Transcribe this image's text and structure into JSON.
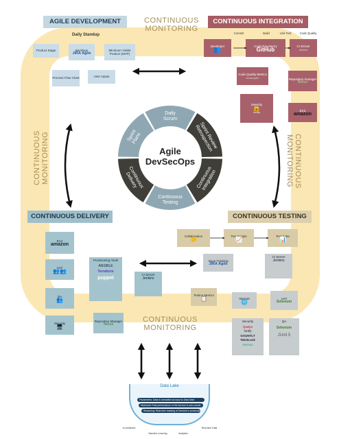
{
  "monitoring": {
    "top": "CONTINUOUS\nMONITORING",
    "left": "CONTINUOUS\nMONITORING",
    "right": "CONTINUOUS\nMONITORING",
    "bottom": "CONTINUOUS\nMONITORING"
  },
  "agile": {
    "title": "AGILE DEVELOPMENT",
    "standup": "Daily Standup",
    "items": [
      "Product Stage",
      "Backlogs",
      "Minimum Viable Product (MVP)",
      "Process Flow Chart",
      "User Inputs"
    ],
    "jira": "JIRA Agile"
  },
  "ci": {
    "title": "CONTINUOUS INTEGRATION",
    "labels": [
      "Commit",
      "Build",
      "Unit Test",
      "Code Quality"
    ],
    "items": [
      "Developer",
      "Code Repository",
      "CI Server",
      "Code Quality Metrics",
      "Repository manager",
      "Security",
      "EC2"
    ],
    "github": "GitHub",
    "sonar": "sonarqube",
    "nexus": "Nexus",
    "fortify": "fortify",
    "amazon": "amazon"
  },
  "center": {
    "title": "Agile\nDevSecOps",
    "segments": [
      "Daily Scrum",
      "Sprint Review Retrospection",
      "Continuous Integration",
      "Continuous Testing",
      "Continuous Delivery",
      "Sprint Plans"
    ]
  },
  "cd": {
    "title": "CONTINUOUS DELIVERY",
    "items": [
      "EC2",
      "UAT",
      "QA",
      "Security",
      "Provisioning Tools",
      "CI Server",
      "Repository Manager"
    ],
    "amazon": "amazon",
    "tools": [
      "ANSIBLE",
      "Terraform",
      "puppet"
    ],
    "jenkins": "Jenkins",
    "nexus": "Nexus"
  },
  "ct": {
    "title": "CONTINUOUS TESTING",
    "items": [
      "Collaboration",
      "Test Scripts",
      "Test Suite",
      "Issue Tracking",
      "CI Server",
      "Testing Metrics",
      "Internet",
      "UAT",
      "Security",
      "QA"
    ],
    "jira": "JIRA Agile",
    "jenkins": "Jenkins",
    "selenium": "Selenium",
    "security_tools": [
      "Qualys",
      "fortify",
      "GAUNTLT",
      "TwistLock",
      "Nessus"
    ],
    "qa_tools": [
      "Selenium",
      "JUnit 5"
    ]
  },
  "datalake": {
    "title": "Data Lake",
    "rows": [
      "Parameters: Data is formatted as input to Data Mart",
      "Historical: Past performance of the service in sub-clouds",
      "Streaming: Real-time tracking of Devices in production"
    ],
    "bottom": [
      "AI prediction",
      "Machine Learning",
      "Analytics",
      "Real-time Data"
    ]
  },
  "colors": {
    "loop": "#fbe7b4",
    "agile": "#c5d7e1",
    "ci": "#a55c62",
    "cd": "#9fbfcb",
    "ct": "#dccfae",
    "wheel_dark": "#3f3e38",
    "wheel_light": "#8fa7b3"
  }
}
